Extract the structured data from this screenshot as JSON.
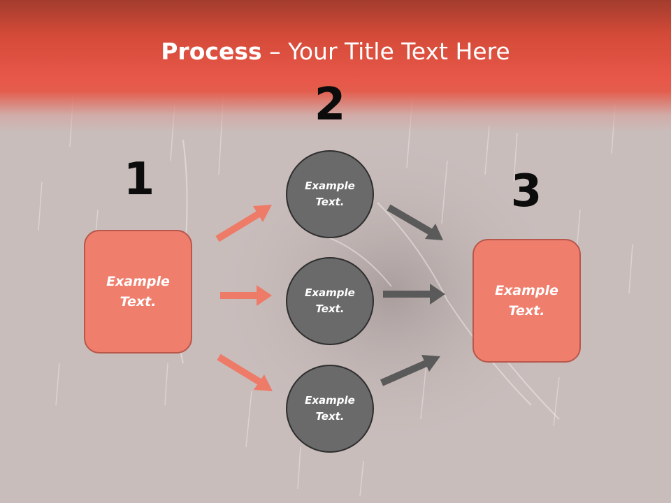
{
  "title": {
    "bold": "Process",
    "dash": " – ",
    "rest": "Your Title Text Here"
  },
  "steps": [
    {
      "number": "1",
      "label": "Example\nText."
    },
    {
      "number": "2",
      "label": ""
    },
    {
      "number": "3",
      "label": "Example\nText."
    }
  ],
  "nodes": [
    {
      "label": "Example\nText."
    },
    {
      "label": "Example\nText."
    },
    {
      "label": "Example\nText."
    }
  ],
  "colors": {
    "header": "#e8584a",
    "box_fill": "#ef7e6c",
    "box_border": "#b8574a",
    "circle_fill": "#6a6a6a",
    "salmon_arrow": "#ee7a68",
    "gray_arrow": "#5a5a5a"
  }
}
